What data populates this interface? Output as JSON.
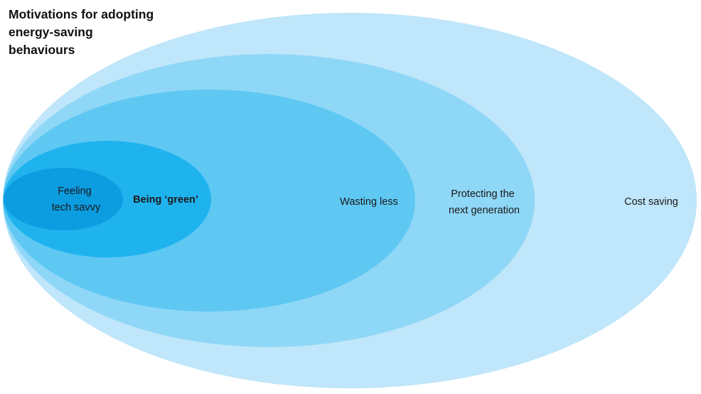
{
  "title_lines": [
    "Motivations for adopting",
    "energy-saving",
    "behaviours"
  ],
  "colors": {
    "outer": "#bfe6fa",
    "ring2": "#8fd7f6",
    "ring3": "#5ec8f3",
    "ring4": "#1fb3ee",
    "inner": "#0c9ce0"
  },
  "levels": [
    {
      "label_lines": [
        "Cost saving"
      ],
      "bold": false
    },
    {
      "label_lines": [
        "Protecting the",
        "next generation"
      ],
      "bold": false
    },
    {
      "label_lines": [
        "Wasting less"
      ],
      "bold": false
    },
    {
      "label_lines": [
        "Being ‘green’"
      ],
      "bold": true
    },
    {
      "label_lines": [
        "Feeling",
        "tech savvy"
      ],
      "bold": false
    }
  ]
}
